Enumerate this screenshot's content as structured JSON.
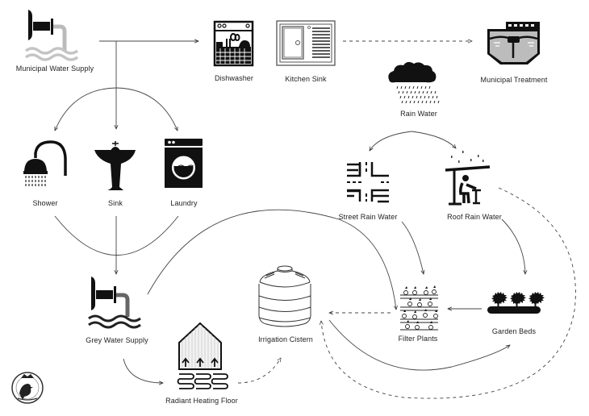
{
  "diagram": {
    "title": "Water Flow System",
    "nodes": {
      "municipal_water_supply": {
        "label": "Municipal Water Supply",
        "icon": "faucet-icon"
      },
      "dishwasher": {
        "label": "Dishwasher",
        "icon": "dishwasher-icon"
      },
      "kitchen_sink": {
        "label": "Kitchen Sink",
        "icon": "kitchen-sink-icon"
      },
      "municipal_treatment": {
        "label": "Municipal Treatment",
        "icon": "treatment-plant-icon"
      },
      "rain_water": {
        "label": "Rain Water",
        "icon": "rain-cloud-icon"
      },
      "shower": {
        "label": "Shower",
        "icon": "shower-icon"
      },
      "sink": {
        "label": "Sink",
        "icon": "pedestal-sink-icon"
      },
      "laundry": {
        "label": "Laundry",
        "icon": "washing-machine-icon"
      },
      "street_rain_water": {
        "label": "Street Rain Water",
        "icon": "street-intersection-icon"
      },
      "roof_rain_water": {
        "label": "Roof Rain Water",
        "icon": "roof-shelter-icon"
      },
      "grey_water_supply": {
        "label": "Grey Water Supply",
        "icon": "grey-water-faucet-icon"
      },
      "irrigation_cistern": {
        "label": "Irrigation Cistern",
        "icon": "water-tank-icon"
      },
      "filter_plants": {
        "label": "Filter Plants",
        "icon": "filter-plants-icon"
      },
      "garden_beds": {
        "label": "Garden Beds",
        "icon": "flower-bed-icon"
      },
      "radiant_heating_floor": {
        "label": "Radiant Heating Floor",
        "icon": "radiant-floor-icon"
      }
    },
    "edges": [
      {
        "from": "municipal_water_supply",
        "to": "dishwasher",
        "style": "solid"
      },
      {
        "from": "municipal_water_supply",
        "to": "shower",
        "style": "solid"
      },
      {
        "from": "municipal_water_supply",
        "to": "sink",
        "style": "solid"
      },
      {
        "from": "municipal_water_supply",
        "to": "laundry",
        "style": "solid"
      },
      {
        "from": "kitchen_sink",
        "to": "municipal_treatment",
        "style": "dashed"
      },
      {
        "from": "shower",
        "to": "grey_water_supply",
        "style": "solid"
      },
      {
        "from": "sink",
        "to": "grey_water_supply",
        "style": "solid"
      },
      {
        "from": "laundry",
        "to": "grey_water_supply",
        "style": "solid"
      },
      {
        "from": "rain_water",
        "to": "street_rain_water",
        "style": "solid"
      },
      {
        "from": "rain_water",
        "to": "roof_rain_water",
        "style": "solid"
      },
      {
        "from": "street_rain_water",
        "to": "filter_plants",
        "style": "solid"
      },
      {
        "from": "roof_rain_water",
        "to": "garden_beds",
        "style": "solid"
      },
      {
        "from": "roof_rain_water",
        "to": "irrigation_cistern",
        "style": "dashed"
      },
      {
        "from": "grey_water_supply",
        "to": "filter_plants",
        "style": "solid"
      },
      {
        "from": "grey_water_supply",
        "to": "radiant_heating_floor",
        "style": "solid"
      },
      {
        "from": "radiant_heating_floor",
        "to": "irrigation_cistern",
        "style": "dashed"
      },
      {
        "from": "garden_beds",
        "to": "filter_plants",
        "style": "solid"
      },
      {
        "from": "filter_plants",
        "to": "irrigation_cistern",
        "style": "dashed"
      },
      {
        "from": "irrigation_cistern",
        "to": "garden_beds",
        "style": "solid"
      }
    ],
    "logo": {
      "icon": "seal-logo-icon"
    }
  }
}
